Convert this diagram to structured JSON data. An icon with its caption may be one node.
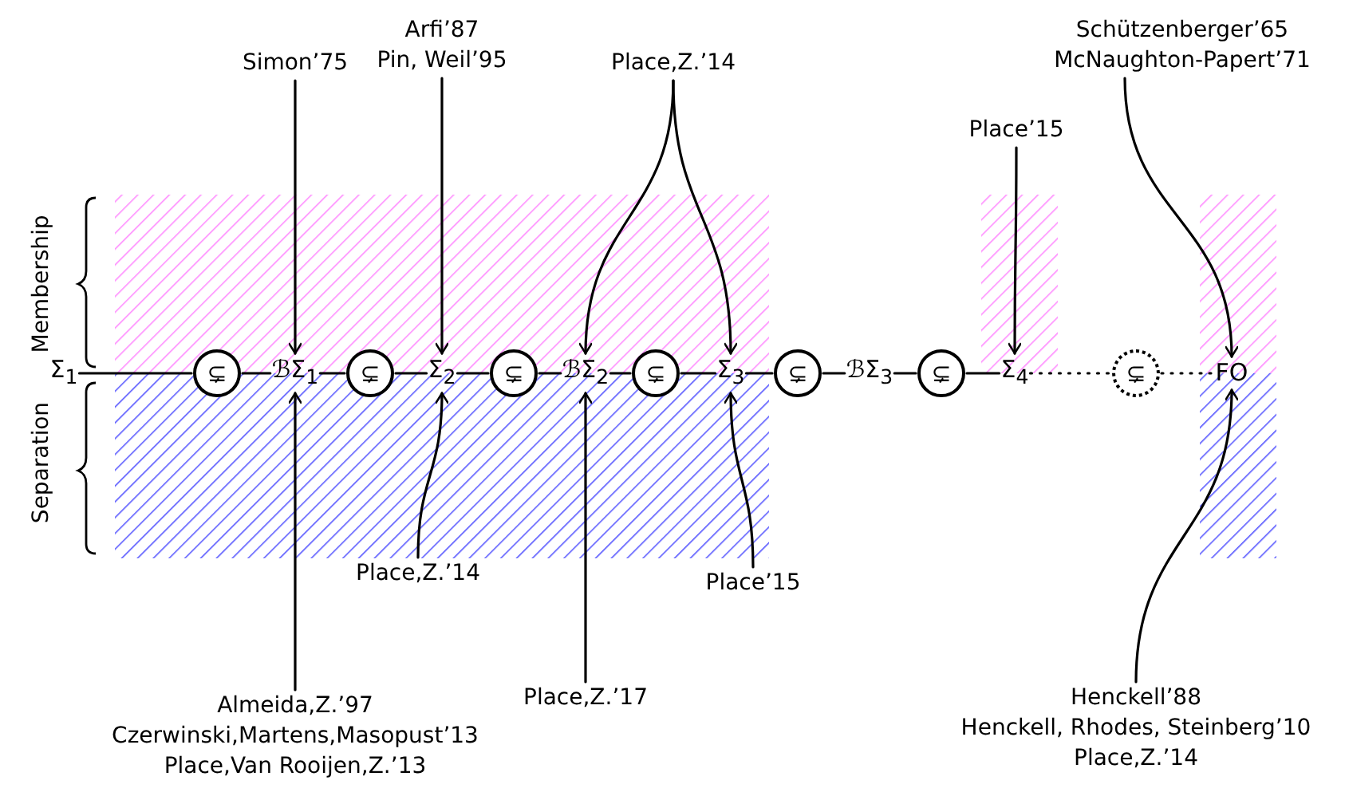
{
  "diagram": {
    "nodes": [
      {
        "text": [
          "Simon’75"
        ]
      },
      {
        "text": [
          "Arfi’87",
          "Pin, Weil’95"
        ]
      },
      {
        "text": [
          "Place,Z.’14"
        ]
      },
      {
        "text": [
          "Place’15"
        ]
      },
      {
        "text": [
          "Schützenberger’65",
          "McNaughton-Papert’71"
        ]
      },
      {
        "text": [
          "Σ$_{1}$"
        ]
      },
      {
        "text": [
          "⊊"
        ]
      },
      {
        "text": [
          "ℬΣ$_{1}$"
        ]
      },
      {
        "text": [
          "⊊"
        ]
      },
      {
        "text": [
          "Σ$_{2}$"
        ]
      },
      {
        "text": [
          "⊊"
        ]
      },
      {
        "text": [
          "ℬΣ$_{2}$"
        ]
      },
      {
        "text": [
          "⊊"
        ]
      },
      {
        "text": [
          "Σ$_{3}$"
        ]
      },
      {
        "text": [
          "⊊"
        ]
      },
      {
        "text": [
          "ℬΣ$_{3}$"
        ]
      },
      {
        "text": [
          "⊊"
        ]
      },
      {
        "text": [
          "Σ$_{4}$"
        ]
      },
      {
        "text": [
          "⊊"
        ]
      },
      {
        "text": [
          "FO"
        ]
      },
      {
        "text": [
          "Place,Z.’14"
        ]
      },
      {
        "text": [
          "Place’15"
        ]
      },
      {
        "text": [
          "Almeida,Z.’97",
          "Czerwinski,Martens,Masopust’13",
          "Place,Van Rooijen,Z.’13"
        ]
      },
      {
        "text": [
          "Place,Z.’17"
        ]
      },
      {
        "text": [
          "Henckell’88",
          "Henckell, Rhodes, Steinberg’10",
          "Place,Z.’14"
        ]
      }
    ],
    "edges": [
      {
        "from": 5,
        "to": 6,
        "arrow": "none"
      },
      {
        "from": 6,
        "to": 7,
        "arrow": "none"
      },
      {
        "from": 7,
        "to": 8,
        "arrow": "none"
      },
      {
        "from": 8,
        "to": 9,
        "arrow": "none"
      },
      {
        "from": 9,
        "to": 10,
        "arrow": "none"
      },
      {
        "from": 10,
        "to": 11,
        "arrow": "none"
      },
      {
        "from": 11,
        "to": 12,
        "arrow": "none"
      },
      {
        "from": 12,
        "to": 13,
        "arrow": "none"
      },
      {
        "from": 13,
        "to": 14,
        "arrow": "none"
      },
      {
        "from": 14,
        "to": 15,
        "arrow": "none"
      },
      {
        "from": 15,
        "to": 16,
        "arrow": "none"
      },
      {
        "from": 16,
        "to": 17,
        "arrow": "none"
      },
      {
        "from": 17,
        "to": 18,
        "arrow": "none",
        "style": "dashed"
      },
      {
        "from": 18,
        "to": 19,
        "arrow": "none",
        "style": "dashed"
      },
      {
        "from": 0,
        "to": 7,
        "arrow": "to"
      },
      {
        "from": 1,
        "to": 9,
        "arrow": "to"
      },
      {
        "from": 2,
        "to": 11,
        "arrow": "to"
      },
      {
        "from": 2,
        "to": 13,
        "arrow": "to"
      },
      {
        "from": 3,
        "to": 17,
        "arrow": "to"
      },
      {
        "from": 4,
        "to": 19,
        "arrow": "to"
      },
      {
        "from": 20,
        "to": 9,
        "arrow": "to"
      },
      {
        "from": 21,
        "to": 13,
        "arrow": "to"
      },
      {
        "from": 22,
        "to": 7,
        "arrow": "to"
      },
      {
        "from": 23,
        "to": 11,
        "arrow": "to"
      },
      {
        "from": 24,
        "to": 19,
        "arrow": "to"
      }
    ],
    "labels": [
      "Membership",
      "Separation"
    ]
  }
}
